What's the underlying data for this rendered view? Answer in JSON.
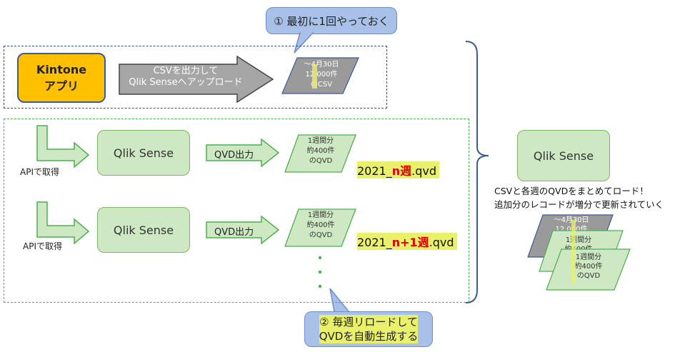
{
  "callout_top": "① 最初に1回やっておく",
  "callout_bottom_line1": "② 毎週リロードして",
  "callout_bottom_line2": "QVDを自動生成する",
  "kintone": {
    "line1": "Kintone",
    "line2": "アプリ"
  },
  "csv_arrow": {
    "line1": "CSVを出力して",
    "line2": "Qlik Senseへアップロード"
  },
  "csv_file": {
    "line1": "～4月30日",
    "line2": "12,000件",
    "line3": "のCSV"
  },
  "api_label": "APIで取得",
  "qlik_label": "Qlik Sense",
  "qvd_arrow_label": "QVD出力",
  "weekly_file": {
    "line1": "1週間分",
    "line2": "約400件",
    "line3": "のQVD"
  },
  "qvd_name_1": {
    "prefix": "2021_",
    "var": "n",
    "week": "週",
    "ext": ".qvd"
  },
  "qvd_name_2": {
    "prefix": "2021_",
    "var": "n+1",
    "week": "週",
    "ext": ".qvd"
  },
  "right_qlik": "Qlik Sense",
  "right_desc_line1": "CSVと各週のQVDをまとめてロード！",
  "right_desc_line2": "追加分のレコードが増分で更新されていく",
  "stack_back": {
    "line1": "～4月30日",
    "line2": "12,000件"
  },
  "stack_mid": {
    "line1": "1週間分",
    "line2": "約400件"
  },
  "stack_front": {
    "line1": "1週間分",
    "line2": "約400件",
    "line3": "のQVD"
  },
  "colors": {
    "kintone_fill": "#ffc000",
    "green_fill": "#cfe8c4",
    "callout_fill": "#a9c1e8",
    "highlight": "#e9f06a",
    "accent_red": "#e00000"
  }
}
